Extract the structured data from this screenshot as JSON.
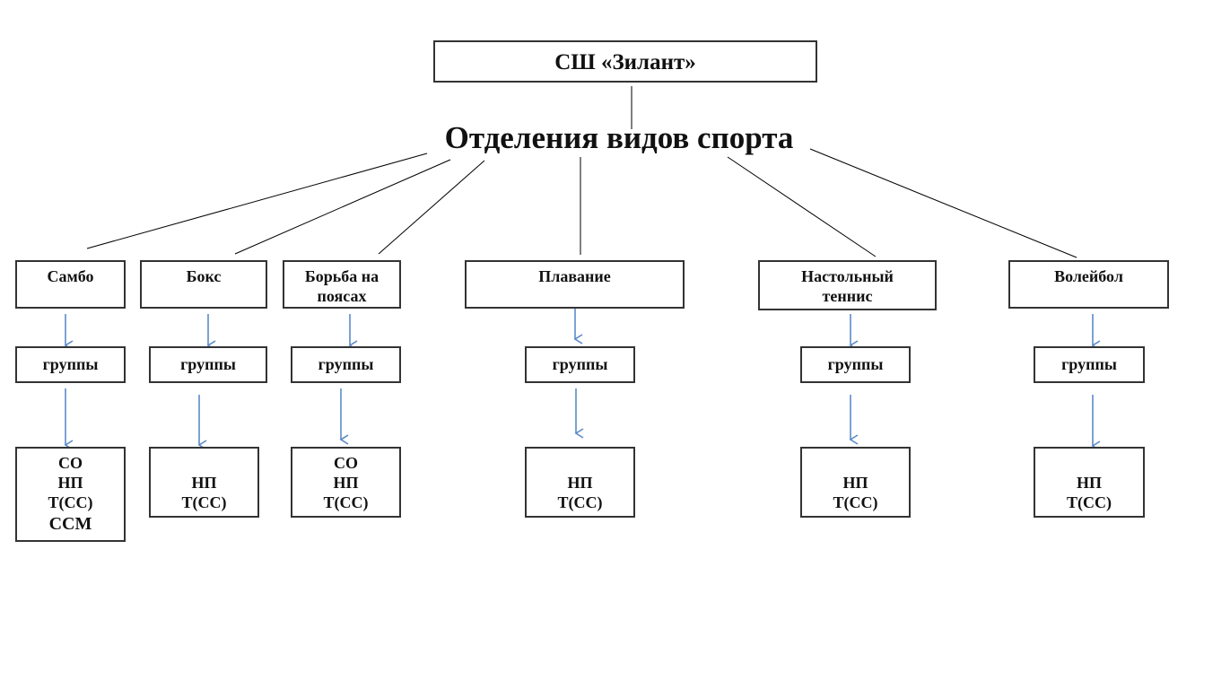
{
  "root": {
    "title": "СШ «Зилант»"
  },
  "heading": {
    "title": "Отделения видов спорта"
  },
  "colors": {
    "arrow": "#5b8ac8",
    "line": "#000000",
    "border": "#333333"
  },
  "departments": [
    {
      "name": "Самбо",
      "group_label": "группы",
      "levels": [
        "СО",
        "НП",
        "Т(СС)",
        "ССМ"
      ]
    },
    {
      "name": "Бокс",
      "group_label": "группы",
      "levels": [
        "НП",
        "Т(СС)"
      ]
    },
    {
      "name": "Борьба на поясах",
      "group_label": "группы",
      "levels": [
        "СО",
        "НП",
        "Т(СС)"
      ]
    },
    {
      "name": "Плавание",
      "group_label": "группы",
      "levels": [
        "НП",
        "Т(СС)"
      ]
    },
    {
      "name": "Настольный теннис",
      "group_label": "группы",
      "levels": [
        "НП",
        "Т(СС)"
      ]
    },
    {
      "name": "Волейбол",
      "group_label": "группы",
      "levels": [
        "НП",
        "Т(СС)"
      ]
    }
  ]
}
